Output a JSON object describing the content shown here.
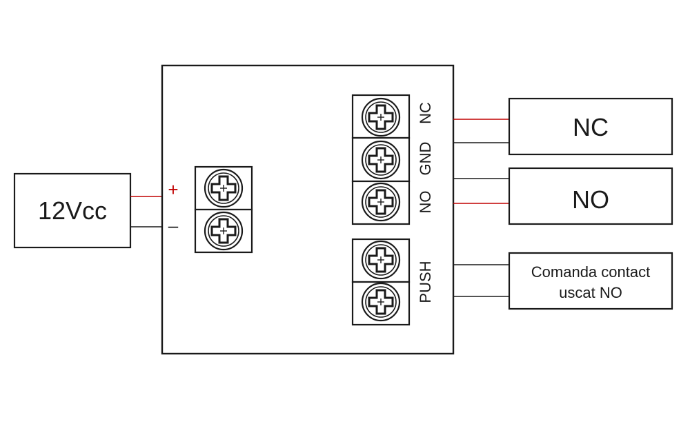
{
  "colors": {
    "line": "#1a1a1a",
    "wire_positive": "#c00000",
    "wire_negative": "#1a1a1a",
    "background": "#ffffff"
  },
  "power_supply": {
    "label": "12Vcc"
  },
  "polarity": {
    "plus": "+",
    "minus": "–"
  },
  "terminals": {
    "nc": "NC",
    "gnd": "GND",
    "no": "NO",
    "push": "PUSH"
  },
  "outputs": {
    "nc_box": "NC",
    "no_box": "NO",
    "push_box_line1": "Comanda contact",
    "push_box_line2": "uscat NO"
  },
  "icons": {
    "terminal_screw": "screw-terminal-icon"
  }
}
